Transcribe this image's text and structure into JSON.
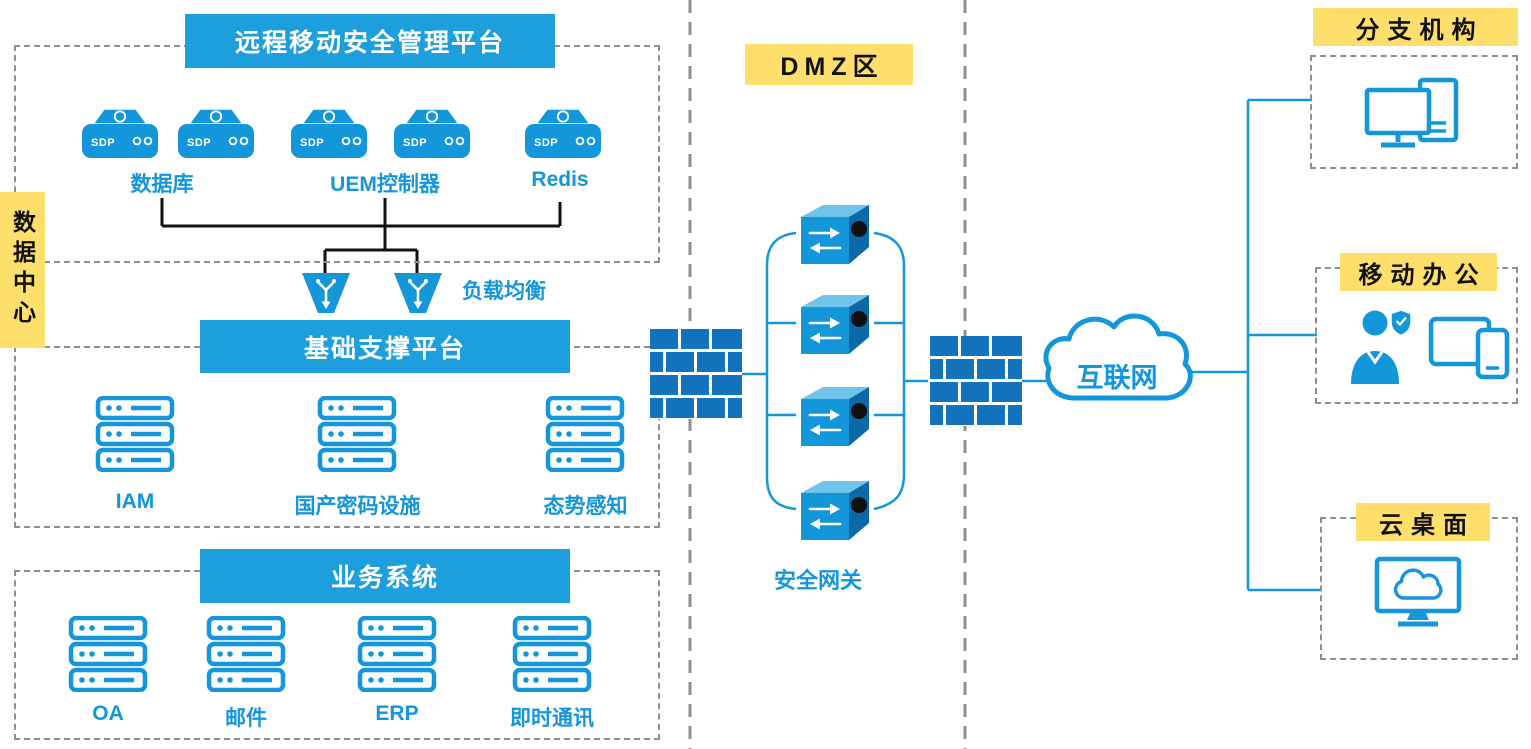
{
  "colors": {
    "blue": "#1496DB",
    "header_blue": "#1E9FDD",
    "yellow": "#FFDF6B",
    "brick_blue": "#1273BC",
    "dark_blue": "#0B69A8",
    "light_blue": "#6FC4EC",
    "line_black": "#111111",
    "dash_gray": "#8F8F8F"
  },
  "data_center": {
    "label": "数据中心"
  },
  "platform": {
    "title": "远程移动安全管理平台",
    "sdp_label": "SDP",
    "server_labels": [
      "数据库",
      "UEM控制器",
      "Redis"
    ],
    "load_balancer_label": "负载均衡"
  },
  "support": {
    "title": "基础支撑平台",
    "items": [
      "IAM",
      "国产密码设施",
      "态势感知"
    ]
  },
  "business": {
    "title": "业务系统",
    "items": [
      "OA",
      "邮件",
      "ERP",
      "即时通讯"
    ]
  },
  "dmz": {
    "zone_label": "DMZ区",
    "gateway_label": "安全网关"
  },
  "internet": {
    "label": "互联网"
  },
  "right": {
    "branch": {
      "title": "分支机构"
    },
    "mobile": {
      "title": "移动办公"
    },
    "cloud_desktop": {
      "title": "云桌面"
    }
  }
}
